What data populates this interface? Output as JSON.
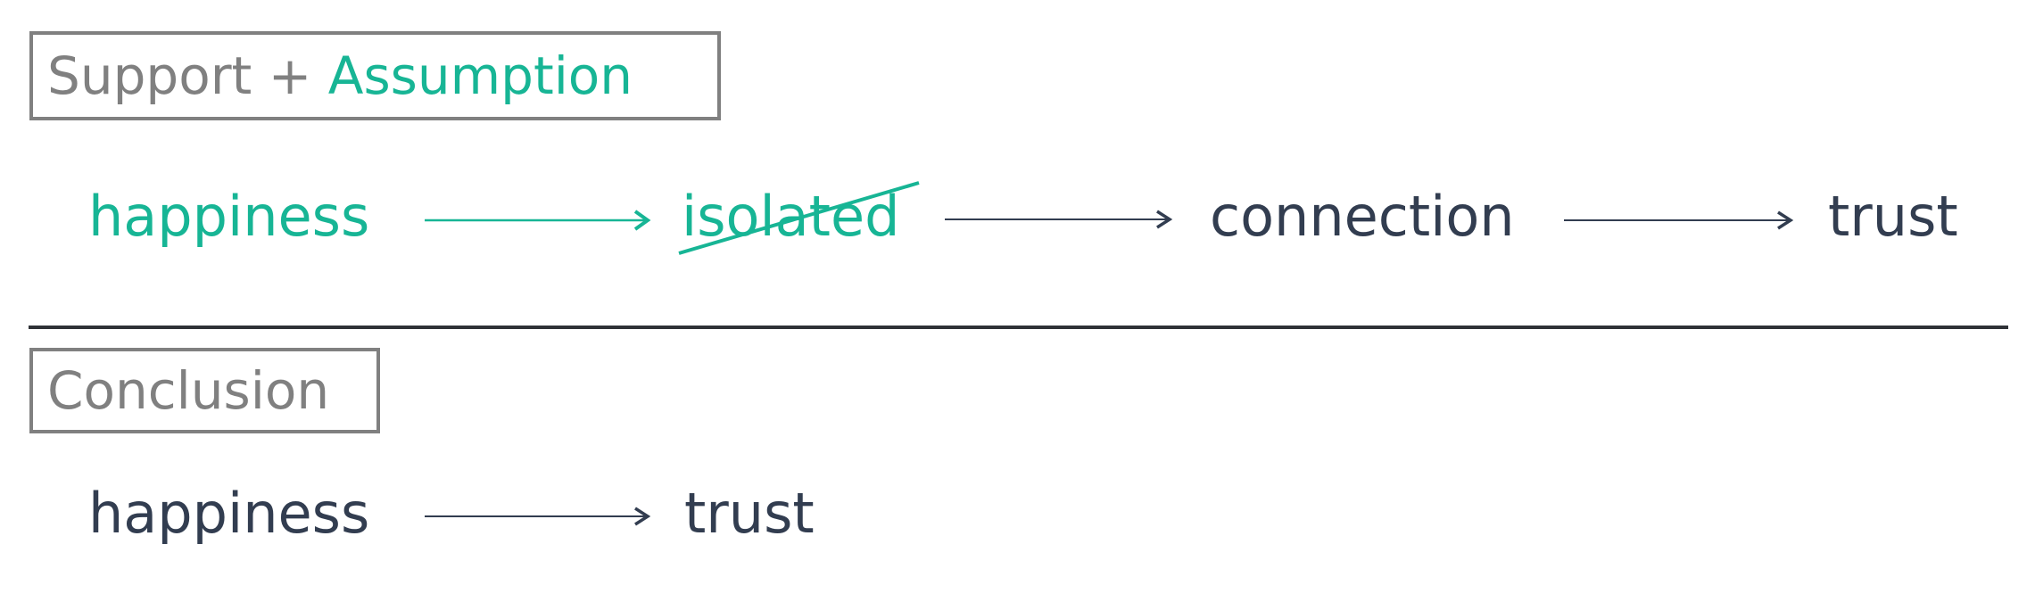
{
  "colors": {
    "accent": "#17b595",
    "text": "#323d50",
    "label": "#808080"
  },
  "support_section": {
    "label_support": "Support +",
    "label_assumption": "Assumption",
    "chain": [
      {
        "text": "happiness",
        "style": "assumption"
      },
      {
        "text": "isolated",
        "style": "assumption",
        "struck_out": true
      },
      {
        "text": "connection",
        "style": "support"
      },
      {
        "text": "trust",
        "style": "support"
      }
    ]
  },
  "conclusion_section": {
    "label": "Conclusion",
    "chain": [
      {
        "text": "happiness"
      },
      {
        "text": "trust"
      }
    ]
  }
}
